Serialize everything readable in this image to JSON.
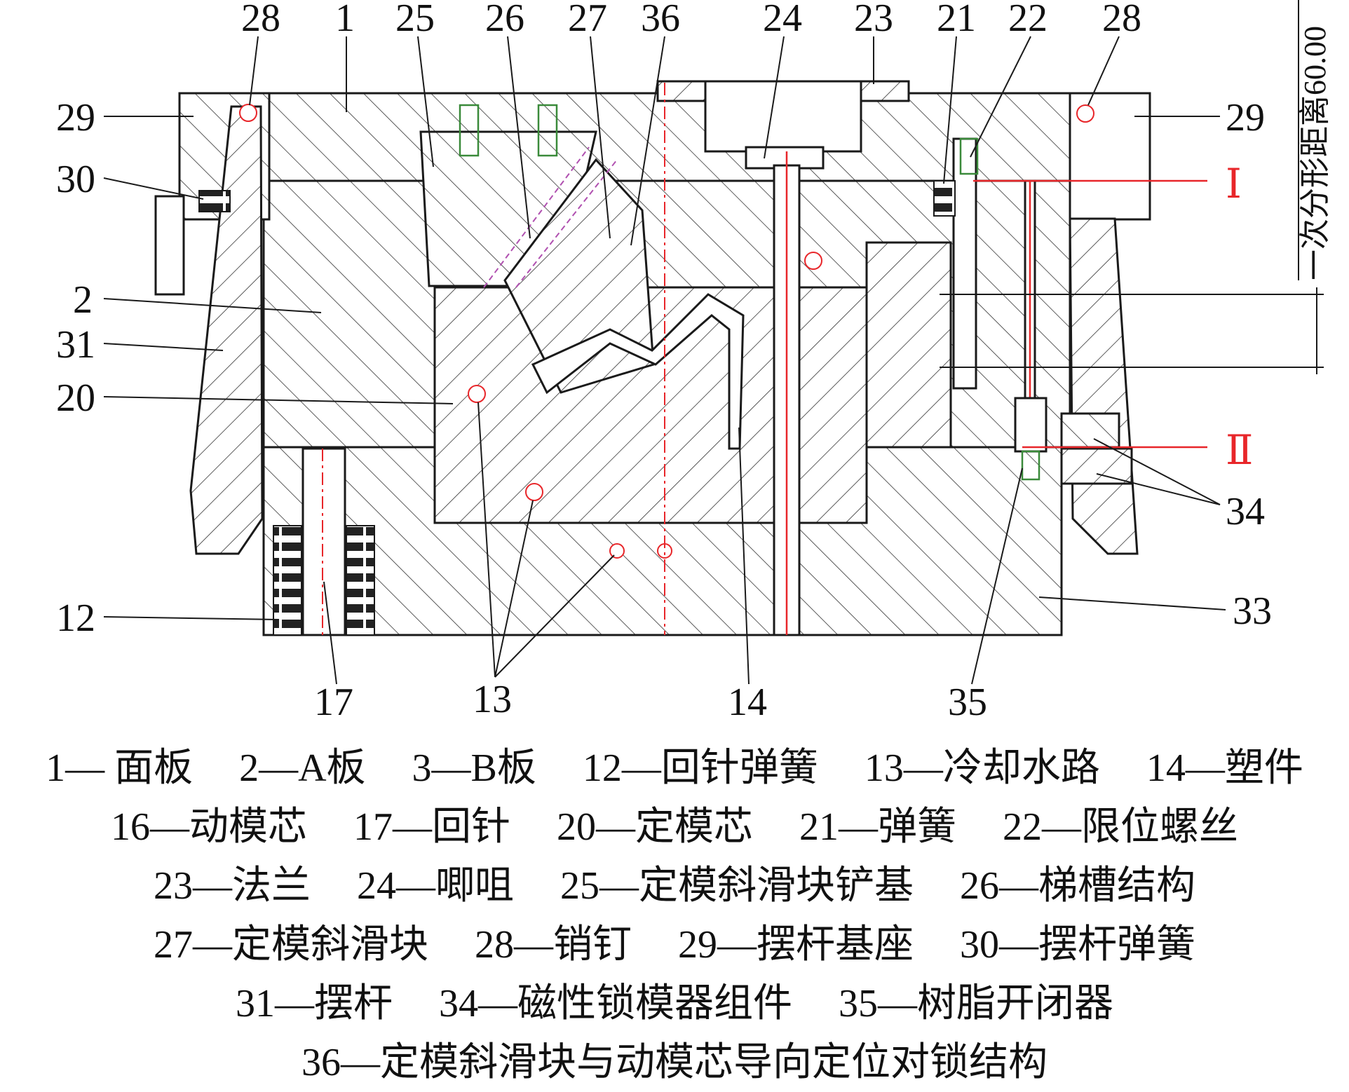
{
  "callouts": {
    "top": [
      "28",
      "1",
      "25",
      "26",
      "27",
      "36",
      "24",
      "23",
      "21",
      "22",
      "28"
    ],
    "left": [
      "29",
      "30",
      "2",
      "31",
      "20",
      "12"
    ],
    "right": [
      "29",
      "34",
      "33"
    ],
    "bottom": [
      "17",
      "13",
      "14",
      "35"
    ]
  },
  "section_marks": {
    "one": "Ⅰ",
    "two": "Ⅱ"
  },
  "dimension_label": "一次分形距离60.00",
  "legend_rows": [
    [
      "1— 面板",
      "2—A板",
      "3—B板",
      "12—回针弹簧",
      "13—冷却水路",
      "14—塑件"
    ],
    [
      "16—动模芯",
      "17—回针",
      "20—定模芯",
      "21—弹簧",
      "22—限位螺丝"
    ],
    [
      "23—法兰",
      "24—唧咀",
      "25—定模斜滑块铲基",
      "26—梯槽结构"
    ],
    [
      "27—定模斜滑块",
      "28—销钉",
      "29—摆杆基座",
      "30—摆杆弹簧"
    ],
    [
      "31—摆杆",
      "34—磁性锁模器组件",
      "35—树脂开闭器"
    ],
    [
      "36—定模斜滑块与动模芯导向定位对锁结构"
    ]
  ]
}
